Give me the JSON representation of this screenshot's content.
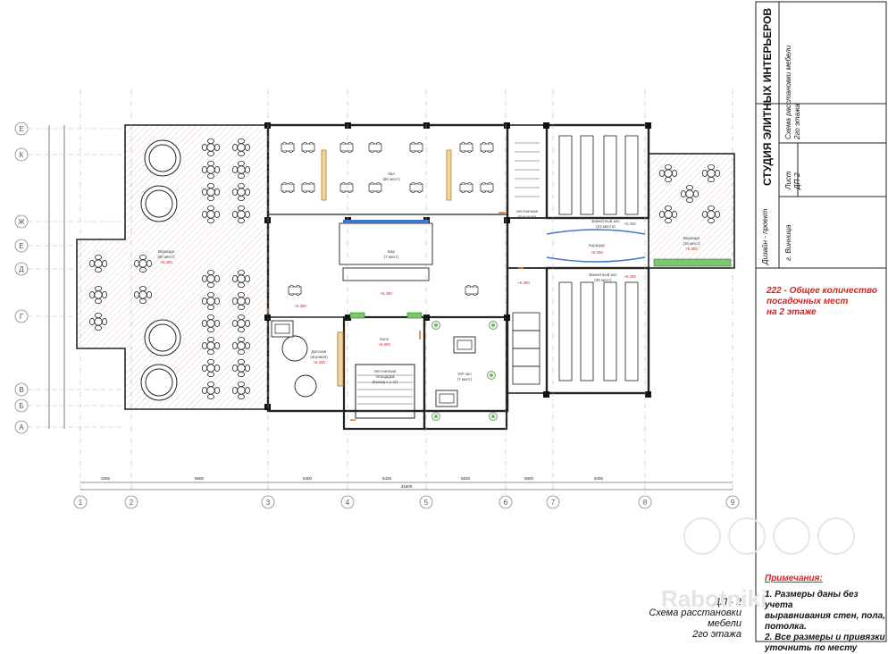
{
  "studio_name": "СТУДИЯ ЭЛИТНЫХ ИНТЕРЬЕРОВ",
  "sheet_title_line1": "Схема расстановки мебели",
  "sheet_title_line2": "2го этажа",
  "sheet_label": "Лист",
  "sheet_number": "ДП-2",
  "project_label": "Дизайн - проект",
  "city": "г. Винница",
  "seat_count_note": [
    "222 - Общее количество",
    "посадочных мест",
    "на 2 этаже"
  ],
  "notes_title": "Примечания:",
  "notes_lines": [
    "1. Размеры даны без учета",
    "выравнивания стен, пола,",
    "потолка.",
    "2. Все размеры и привязки",
    "уточнить по месту"
  ],
  "stamp_lines": [
    "ДП - 2",
    "Схема расстановки",
    "мебели",
    "2го этажа"
  ],
  "watermark": "Rabotniki",
  "column_axes": [
    "1",
    "2",
    "3",
    "4",
    "5",
    "6",
    "7",
    "8",
    "9"
  ],
  "row_axes": [
    "Е",
    "К",
    "Ж",
    "Е",
    "Д",
    "Г",
    "В",
    "Б",
    "А"
  ],
  "dim_bottom": [
    "3200",
    "6600",
    "5400",
    "5425",
    "5825",
    "5600",
    "8400"
  ],
  "dim_total": "41600",
  "rooms": {
    "veranda_left": [
      "Веранда",
      "(80 мест)",
      "+5.400"
    ],
    "hall_top": [
      "Зал",
      "(56 мест)"
    ],
    "bar": [
      "Бар",
      "(7 мест)"
    ],
    "childrens": [
      "Детская",
      "(игровая)",
      "+5.400"
    ],
    "hall_center": [
      "Холл",
      "+5.400"
    ],
    "stairs": [
      "Лестничная",
      "площадка",
      "(выход с 1 эт)"
    ],
    "vip": [
      "VIP зал",
      "(7 мест)"
    ],
    "stair_right": [
      "лестничная",
      "площадка"
    ],
    "banquet_top": [
      "Банкетный зал",
      "(24 места)",
      "+5.400"
    ],
    "corridor": [
      "Коридор",
      "+5.400"
    ],
    "banquet_bottom": [
      "Банкетный зал",
      "(30 мест)",
      "+5.400"
    ],
    "veranda_right": [
      "Веранда",
      "(16 мест)",
      "+5.400"
    ]
  },
  "level_marks": [
    "+5.400",
    "+5.400",
    "+5.400"
  ]
}
